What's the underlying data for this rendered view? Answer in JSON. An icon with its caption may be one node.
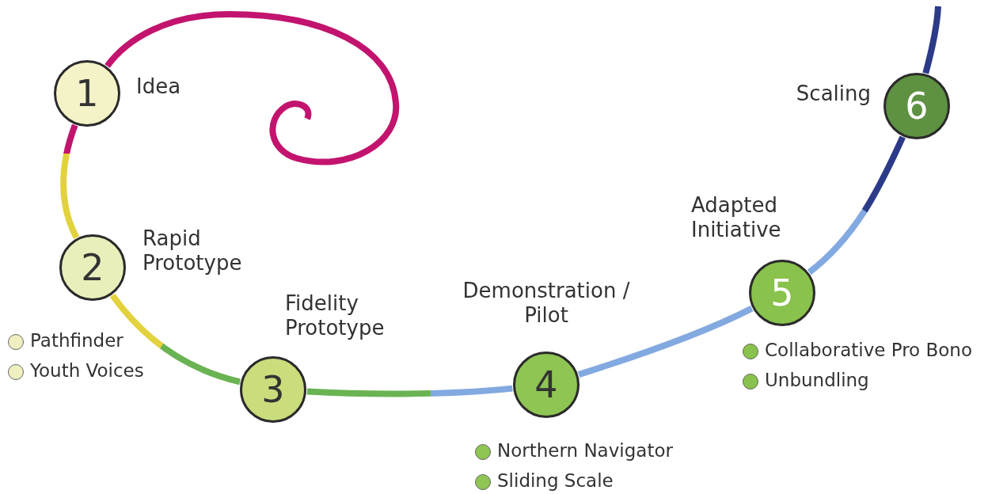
{
  "diagram": {
    "nodes": [
      {
        "text": [
          "1"
        ],
        "beside": [
          "Idea"
        ]
      },
      {
        "text": [
          "2"
        ],
        "beside": [
          "Rapid Prototype",
          "Pathfinder",
          "Youth Voices"
        ]
      },
      {
        "text": [
          "3"
        ],
        "beside": [
          "Fidelity Prototype"
        ]
      },
      {
        "text": [
          "4"
        ],
        "beside": [
          "Demonstration / Pilot",
          "Northern Navigator",
          "Sliding Scale"
        ]
      },
      {
        "text": [
          "5"
        ],
        "beside": [
          "Adapted Initiative",
          "Collaborative Pro Bono",
          "Unbundling"
        ]
      },
      {
        "text": [
          "6"
        ],
        "beside": [
          "Scaling"
        ]
      }
    ],
    "edges": [
      {
        "from": null,
        "to": 0,
        "arrow": "none",
        "color": "#c2146e"
      },
      {
        "from": 0,
        "to": 1,
        "arrow": "none",
        "color": "#e2d23e"
      },
      {
        "from": 1,
        "to": 2,
        "arrow": "none",
        "color": "#6ab352"
      },
      {
        "from": 2,
        "to": 3,
        "arrow": "none",
        "color": "#82a9e0"
      },
      {
        "from": 3,
        "to": 4,
        "arrow": "none",
        "color": "#82a9e0"
      },
      {
        "from": 4,
        "to": 5,
        "arrow": "none",
        "color": "#2c3a88"
      },
      {
        "from": 5,
        "to": null,
        "arrow": "none",
        "color": "#2c3a88"
      }
    ]
  }
}
